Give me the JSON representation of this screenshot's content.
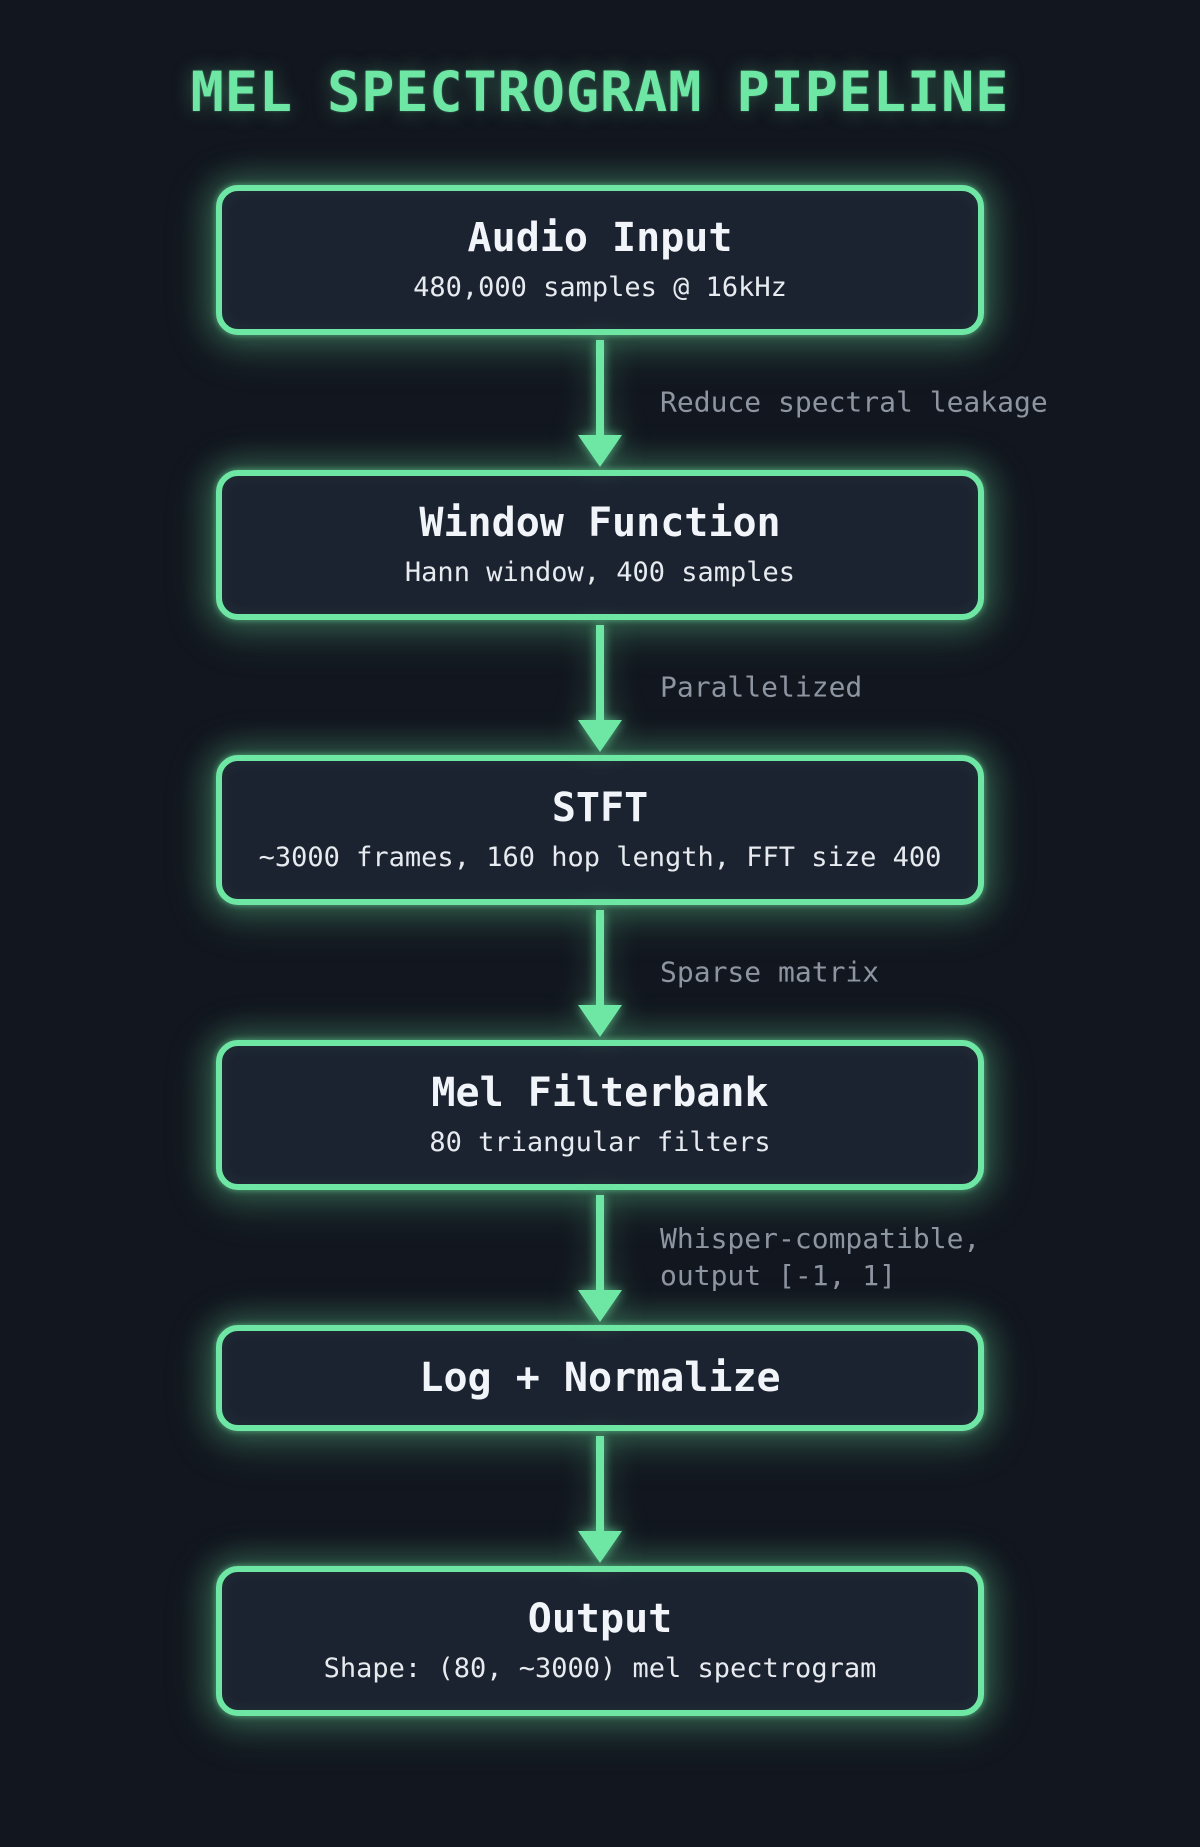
{
  "title": "MEL SPECTROGRAM PIPELINE",
  "nodes": [
    {
      "title": "Audio Input",
      "subtitle": "480,000 samples @ 16kHz"
    },
    {
      "title": "Window Function",
      "subtitle": "Hann window, 400 samples"
    },
    {
      "title": "STFT",
      "subtitle": "~3000 frames, 160 hop length, FFT size 400"
    },
    {
      "title": "Mel Filterbank",
      "subtitle": "80 triangular filters"
    },
    {
      "title": "Log + Normalize",
      "subtitle": ""
    },
    {
      "title": "Output",
      "subtitle": "Shape: (80, ~3000) mel spectrogram"
    }
  ],
  "edges": [
    {
      "label": "Reduce spectral leakage"
    },
    {
      "label": "Parallelized"
    },
    {
      "label": "Sparse matrix"
    },
    {
      "label": "Whisper-compatible,\noutput [-1, 1]"
    },
    {
      "label": ""
    }
  ],
  "colors": {
    "bg": "#12161f",
    "node_fill": "#1c2330",
    "accent": "#6fe7a4",
    "heading": "#f1f4f8",
    "subtitle": "#e7ebf0",
    "label": "#8d95a1"
  }
}
